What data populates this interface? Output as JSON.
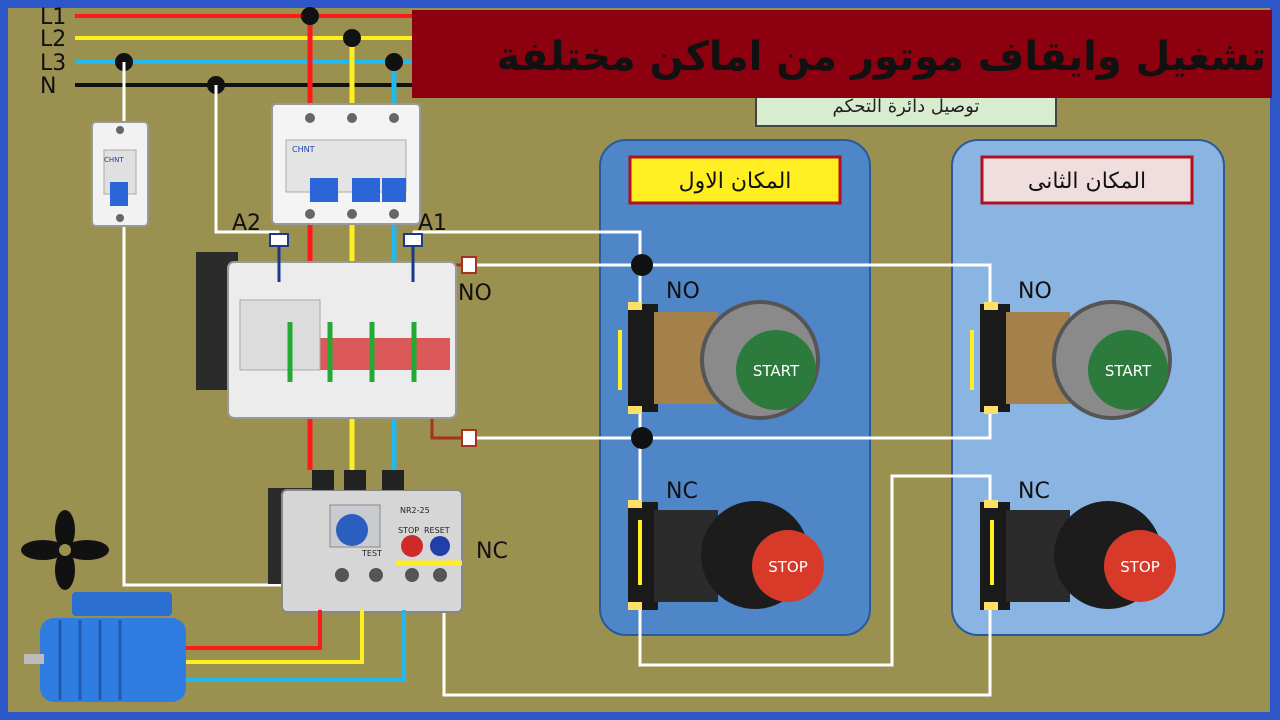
{
  "title": "تشغيل  وايقاف موتور من اماكن مختلفة",
  "subtitle": "توصيل دائرة التحكم",
  "place1": "المكان الاول",
  "place2": "المكان الثانى",
  "lines": [
    "L1",
    "L2",
    "L3",
    "N"
  ],
  "coil": {
    "a1": "A1",
    "a2": "A2"
  },
  "contactor_aux": "NO",
  "overload_aux": "NC",
  "overload": {
    "model": "NR2-25",
    "stop": "STOP",
    "reset": "RESET",
    "test": "TEST"
  },
  "breaker_brand": "CHNT",
  "station_no": "NO",
  "station_nc": "NC",
  "start_label": "START",
  "stop_label": "STOP",
  "colors": {
    "L1": "#ff1a1a",
    "L2": "#ffee22",
    "L3": "#22b8f0",
    "N": "#111111",
    "board": "#9a9050",
    "title_bg": "#8c0010",
    "panel1": "#4f86c8",
    "panel2": "#8ab4e2"
  }
}
